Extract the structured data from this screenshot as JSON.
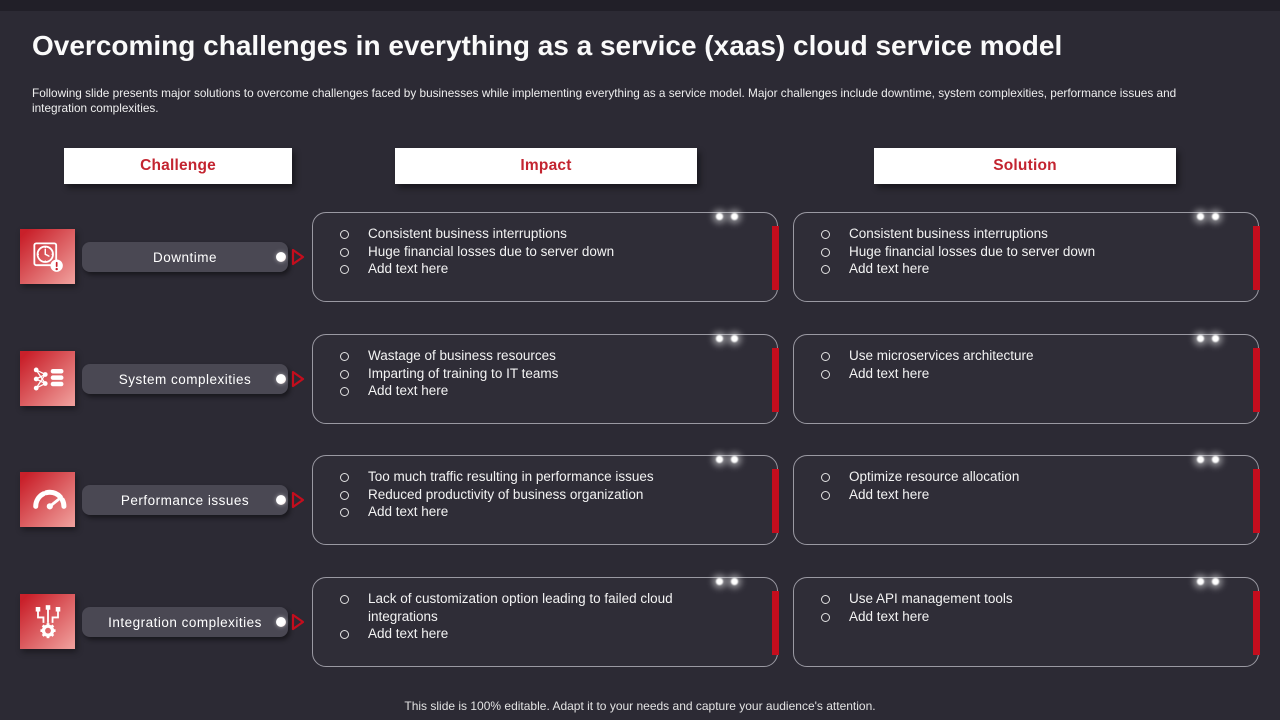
{
  "slide": {
    "title": "Overcoming challenges in everything as a service (xaas) cloud service model",
    "subtitle": "Following slide presents major solutions to overcome challenges faced by businesses while implementing everything as a service model. Major challenges include downtime, system complexities, performance issues and integration complexities.",
    "footer": "This slide is 100% editable. Adapt it to your needs and capture your audience's attention."
  },
  "columns": {
    "challenge": "Challenge",
    "impact": "Impact",
    "solution": "Solution"
  },
  "colors": {
    "background": "#2c2a34",
    "header_text_red": "#c32430",
    "accent_red_bar": "#c40d1d",
    "icon_gradient_start": "#c9202a",
    "icon_gradient_end": "#ef9d9a",
    "pill_gray": "#4a4853",
    "box_border_gray": "#9a99a2"
  },
  "rows": [
    {
      "challenge": "Downtime",
      "icon": "downtime-clock-icon",
      "impact": [
        "Consistent business interruptions",
        "Huge financial losses due to server down",
        "Add text here"
      ],
      "solution": [
        "Consistent business interruptions",
        "Huge financial losses due to server down",
        "Add text here"
      ]
    },
    {
      "challenge": "System complexities",
      "icon": "system-network-database-icon",
      "impact": [
        "Wastage of business resources",
        "Imparting of training to IT teams",
        "Add text here"
      ],
      "solution": [
        "Use microservices architecture",
        "Add text here"
      ]
    },
    {
      "challenge": "Performance issues",
      "icon": "performance-gauge-icon",
      "impact": [
        "Too much traffic resulting in performance issues",
        "Reduced productivity of business organization",
        "Add text here"
      ],
      "solution": [
        "Optimize resource allocation",
        "Add text here"
      ]
    },
    {
      "challenge": "Integration complexities",
      "icon": "integration-circuit-gear-icon",
      "impact": [
        "Lack of customization option leading to failed cloud integrations",
        "Add text here"
      ],
      "solution": [
        "Use API management tools",
        "Add text here"
      ]
    }
  ]
}
